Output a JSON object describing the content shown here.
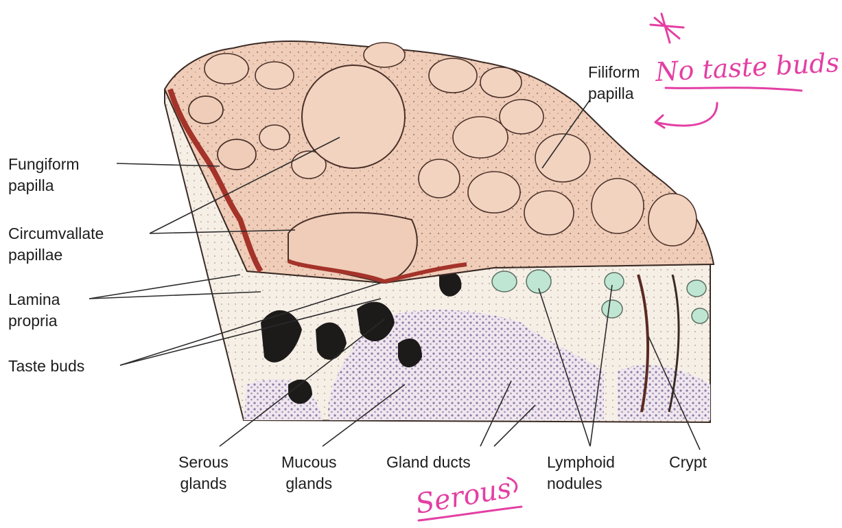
{
  "labels": {
    "fungiform": [
      "Fungiform",
      "papilla"
    ],
    "circumvallate": [
      "Circumvallate",
      "papillae"
    ],
    "lamina": [
      "Lamina",
      "propria"
    ],
    "taste_buds": "Taste buds",
    "filiform": [
      "Filiform",
      "papilla"
    ],
    "serous": [
      "Serous",
      "glands"
    ],
    "mucous": [
      "Mucous",
      "glands"
    ],
    "gland_ducts": "Gland ducts",
    "lymphoid": [
      "Lymphoid",
      "nodules"
    ],
    "crypt": "Crypt"
  },
  "annotations": {
    "no_taste_buds": "No taste buds",
    "serous": "Serous",
    "color": "#e33fa3"
  }
}
